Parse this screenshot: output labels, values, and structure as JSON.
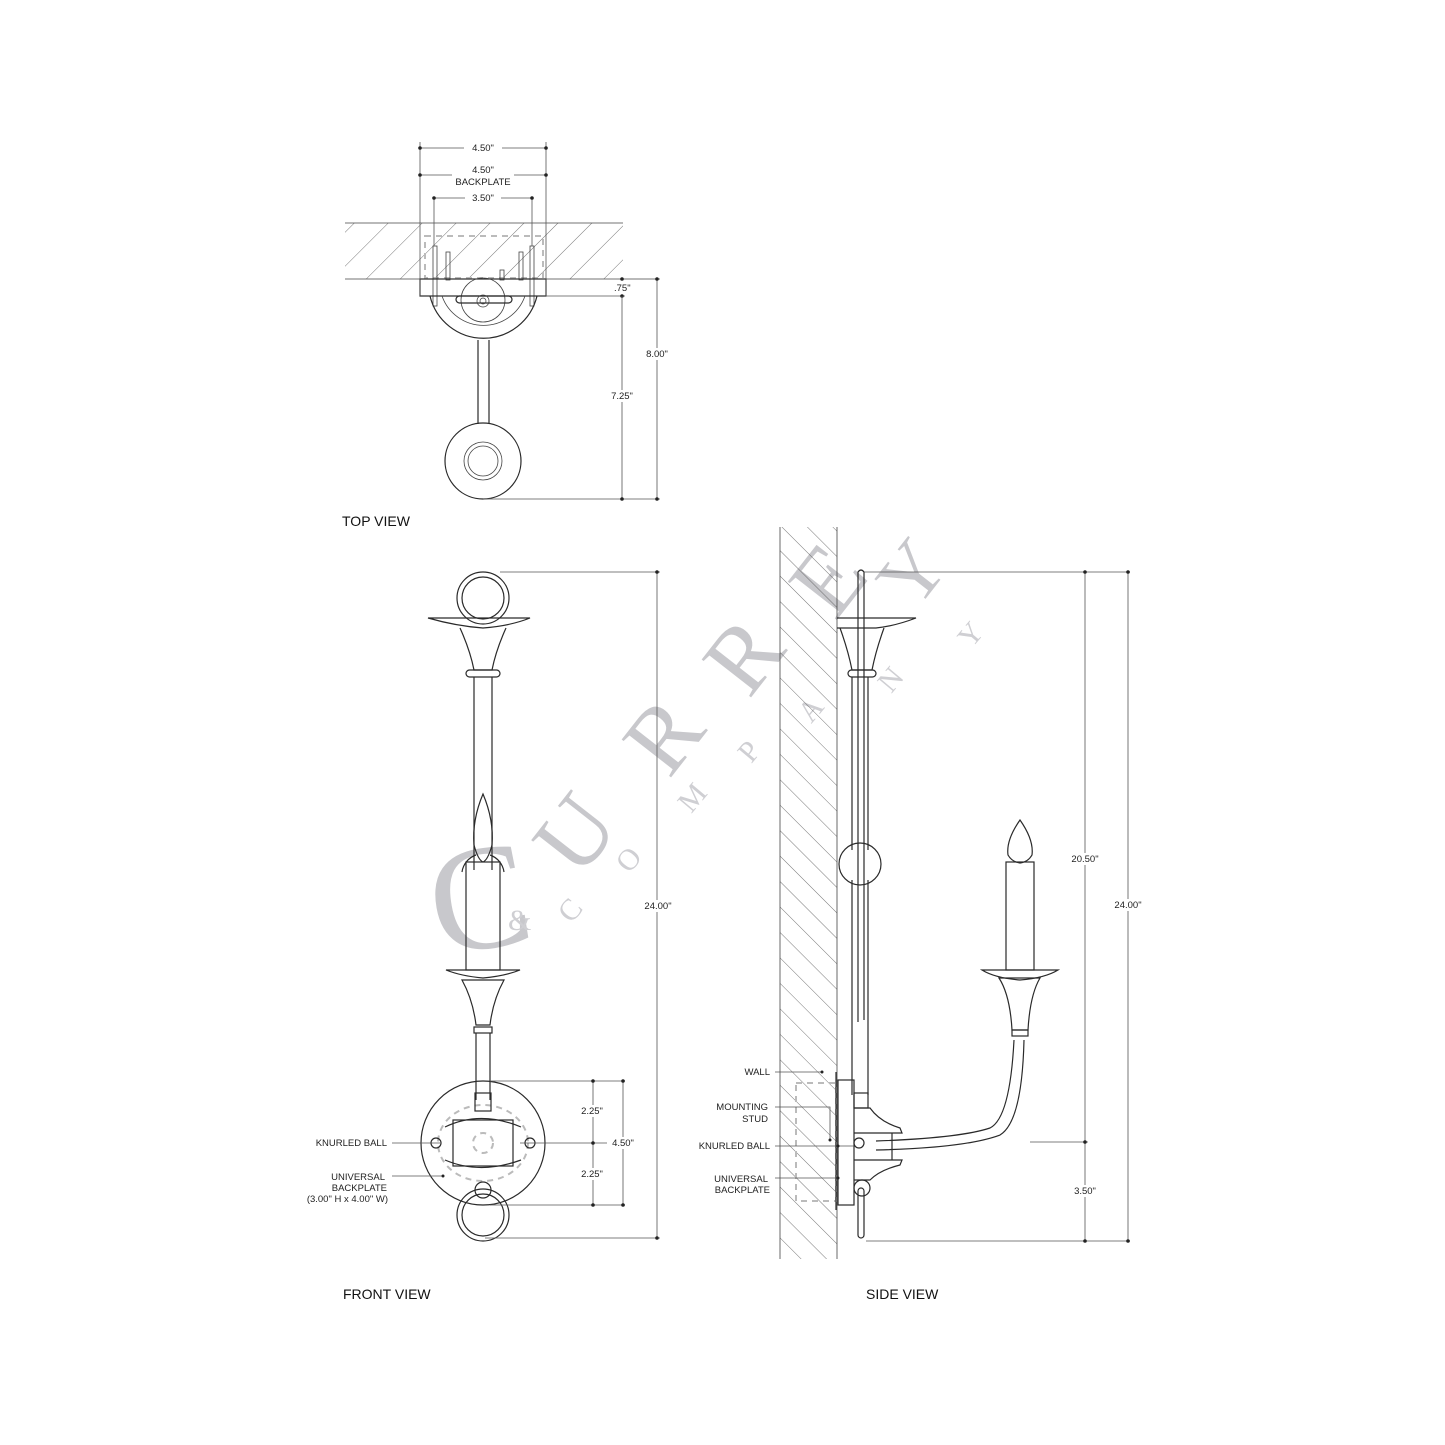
{
  "drawing": {
    "type": "technical-drawing",
    "subject": "single-arm candle wall sconce",
    "watermark": {
      "main": "CURREY",
      "letters_main": [
        "C",
        "U",
        "R",
        "R",
        "E",
        "Y"
      ],
      "sub_letters": [
        "&",
        "C",
        "O",
        "M",
        "P",
        "A",
        "N",
        "Y"
      ]
    }
  },
  "views": {
    "top": {
      "title": "TOP VIEW",
      "dims": {
        "overall_width": "4.50\"",
        "backplate_width": "4.50\"",
        "backplate_label": "BACKPLATE",
        "stud_spacing": "3.50\"",
        "backplate_depth": ".75\"",
        "arm_reach": "7.25\"",
        "overall_depth": "8.00\""
      }
    },
    "front": {
      "title": "FRONT VIEW",
      "dims": {
        "overall_height": "24.00\"",
        "upper_half": "2.25\"",
        "lower_half": "2.25\"",
        "backplate_height": "4.50\""
      },
      "callouts": {
        "knurled_ball": "KNURLED BALL",
        "universal_backplate_1": "UNIVERSAL",
        "universal_backplate_2": "BACKPLATE",
        "universal_backplate_3": "(3.00\" H x 4.00\" W)"
      }
    },
    "side": {
      "title": "SIDE VIEW",
      "dims": {
        "upper_height": "20.50\"",
        "overall_height": "24.00\"",
        "lower_height": "3.50\""
      },
      "callouts": {
        "wall": "WALL",
        "mounting_stud_1": "MOUNTING",
        "mounting_stud_2": "STUD",
        "knurled_ball": "KNURLED BALL",
        "universal_backplate_1": "UNIVERSAL",
        "universal_backplate_2": "BACKPLATE"
      }
    }
  }
}
